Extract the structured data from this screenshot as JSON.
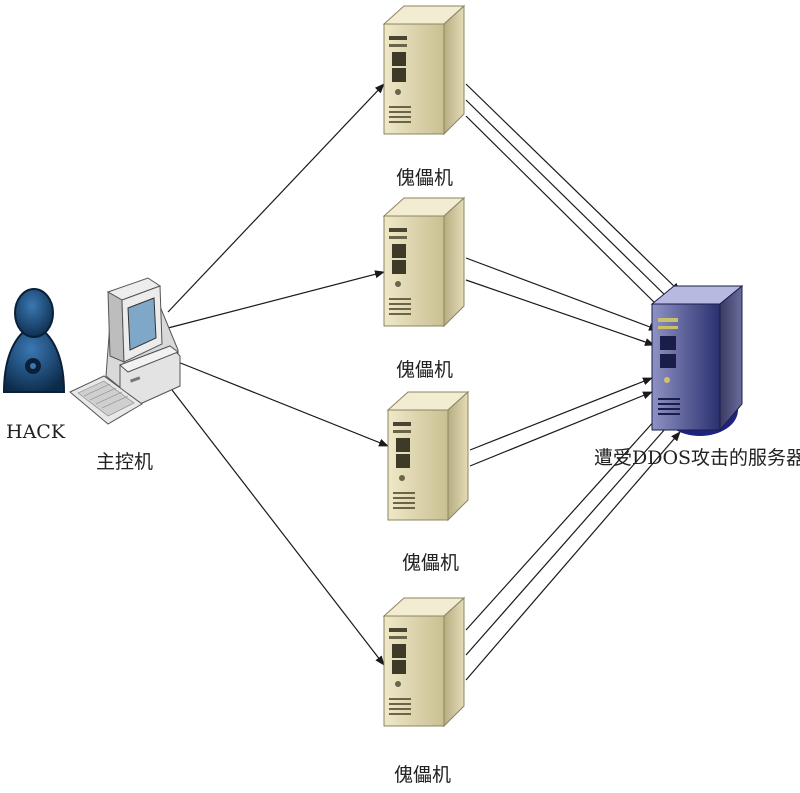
{
  "hacker": {
    "label": "HACK",
    "icon": "hacker-person-icon"
  },
  "controller": {
    "label": "主控机",
    "icon": "desktop-computer-icon"
  },
  "zombies": [
    {
      "label": "傀儡机",
      "icon": "server-tower-icon"
    },
    {
      "label": "傀儡机",
      "icon": "server-tower-icon"
    },
    {
      "label": "傀儡机",
      "icon": "server-tower-icon"
    },
    {
      "label": "傀儡机",
      "icon": "server-tower-icon"
    }
  ],
  "target": {
    "label": "遭受DDOS攻击的服务器",
    "icon": "target-server-icon"
  },
  "colors": {
    "line": "#1a1a1a",
    "server_body": "#d8cfa6",
    "server_dark": "#8c8460",
    "target_body": "#3b3f7a",
    "hacker": "#123a5e"
  }
}
